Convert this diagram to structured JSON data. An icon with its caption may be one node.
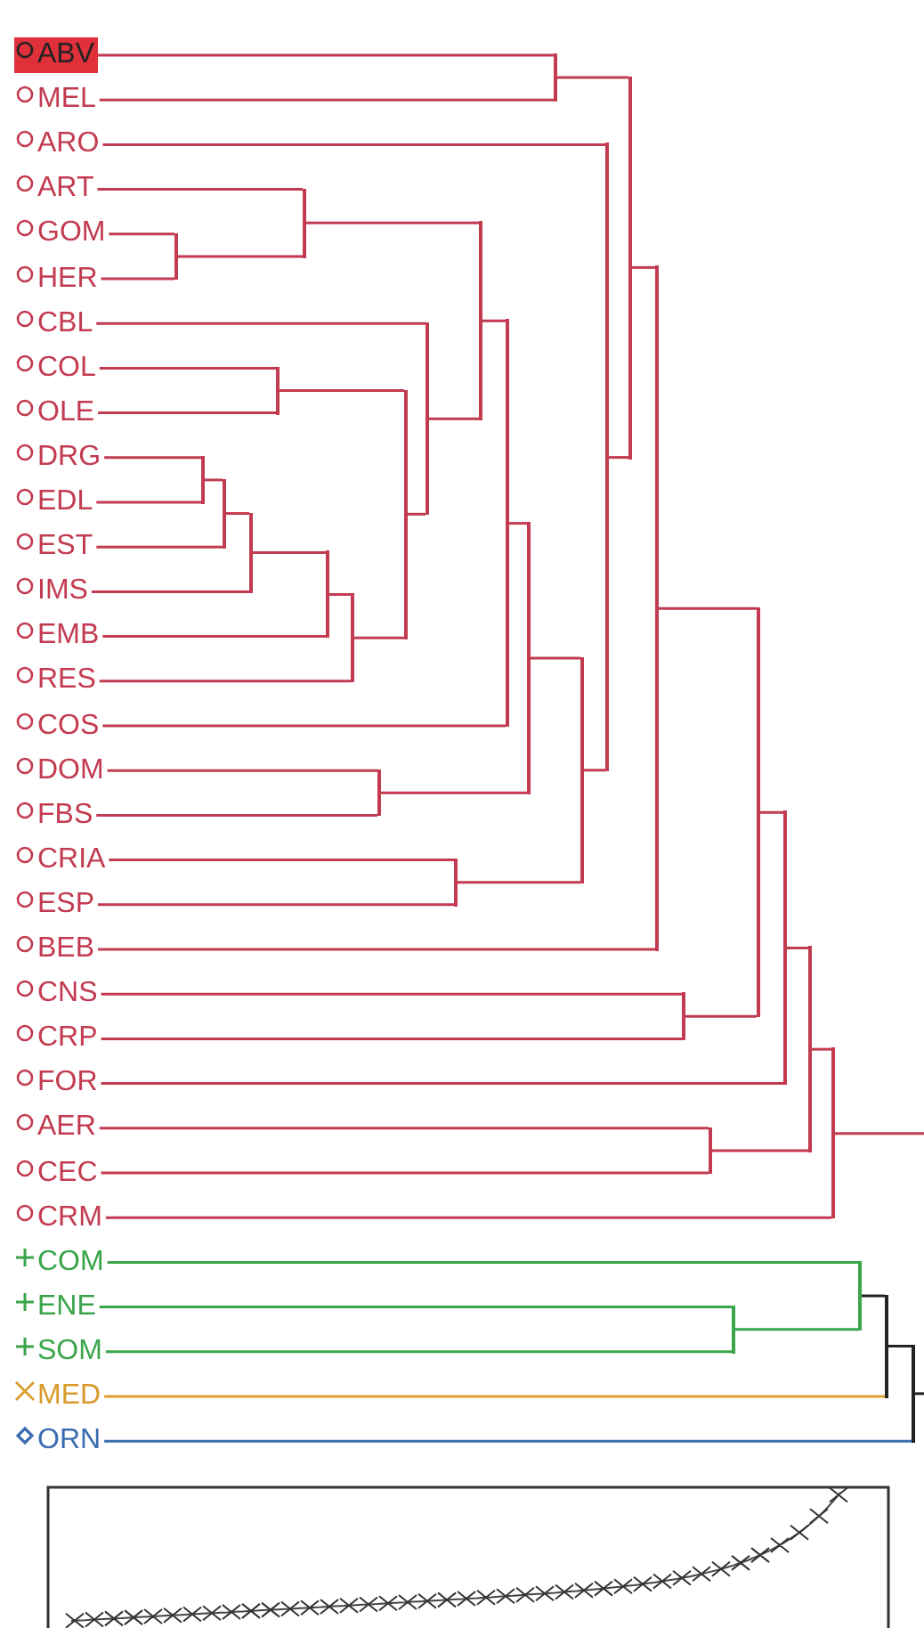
{
  "diagram": {
    "nodes": [
      {
        "text": [
          "ABV"
        ]
      },
      {
        "text": [
          "MEL"
        ]
      },
      {
        "text": [
          "ARO"
        ]
      },
      {
        "text": [
          "ART"
        ]
      },
      {
        "text": [
          "GOM"
        ]
      },
      {
        "text": [
          "HER"
        ]
      },
      {
        "text": [
          "CBL"
        ]
      },
      {
        "text": [
          "COL"
        ]
      },
      {
        "text": [
          "OLE"
        ]
      },
      {
        "text": [
          "DRG"
        ]
      },
      {
        "text": [
          "EDL"
        ]
      },
      {
        "text": [
          "EST"
        ]
      },
      {
        "text": [
          "IMS"
        ]
      },
      {
        "text": [
          "EMB"
        ]
      },
      {
        "text": [
          "RES"
        ]
      },
      {
        "text": [
          "COS"
        ]
      },
      {
        "text": [
          "DOM"
        ]
      },
      {
        "text": [
          "FBS"
        ]
      },
      {
        "text": [
          "CRIA"
        ]
      },
      {
        "text": [
          "ESP"
        ]
      },
      {
        "text": [
          "BEB"
        ]
      },
      {
        "text": [
          "CNS"
        ]
      },
      {
        "text": [
          "CRP"
        ]
      },
      {
        "text": [
          "FOR"
        ]
      },
      {
        "text": [
          "AER"
        ]
      },
      {
        "text": [
          "CEC"
        ]
      },
      {
        "text": [
          "CRM"
        ]
      },
      {
        "text": [
          "COM"
        ]
      },
      {
        "text": [
          "ENE"
        ]
      },
      {
        "text": [
          "SOM"
        ]
      },
      {
        "text": [
          "MED"
        ]
      },
      {
        "text": [
          "ORN"
        ]
      },
      {
        "text": [],
        "shape": "bar"
      },
      {
        "text": [],
        "shape": "bar"
      },
      {
        "text": [],
        "shape": "bar"
      },
      {
        "text": [],
        "shape": "bar"
      },
      {
        "text": [],
        "shape": "bar"
      },
      {
        "text": [],
        "shape": "bar"
      },
      {
        "text": [],
        "shape": "bar"
      },
      {
        "text": [],
        "shape": "bar"
      },
      {
        "text": [],
        "shape": "bar"
      },
      {
        "text": [],
        "shape": "bar"
      },
      {
        "text": [],
        "shape": "bar"
      },
      {
        "text": [],
        "shape": "bar"
      },
      {
        "text": [],
        "shape": "bar"
      },
      {
        "text": [],
        "shape": "bar"
      },
      {
        "text": [],
        "shape": "bar"
      },
      {
        "text": [],
        "shape": "bar"
      },
      {
        "text": [],
        "shape": "bar"
      },
      {
        "text": [],
        "shape": "bar"
      },
      {
        "text": [],
        "shape": "bar"
      },
      {
        "text": [],
        "shape": "bar"
      },
      {
        "text": [],
        "shape": "bar"
      },
      {
        "text": [],
        "shape": "bar"
      },
      {
        "text": [],
        "shape": "bar"
      },
      {
        "text": [],
        "shape": "bar"
      },
      {
        "text": [],
        "shape": "bar"
      },
      {
        "text": [],
        "shape": "bar"
      },
      {
        "text": [],
        "shape": "bar"
      },
      {
        "text": [],
        "shape": "bar"
      },
      {
        "text": [],
        "shape": "bar"
      },
      {
        "text": [],
        "shape": "bar"
      }
    ],
    "edges": [
      {
        "from": 4,
        "to": 32,
        "arrow": "none"
      },
      {
        "from": 5,
        "to": 32,
        "arrow": "none"
      },
      {
        "from": 9,
        "to": 33,
        "arrow": "none"
      },
      {
        "from": 10,
        "to": 33,
        "arrow": "none"
      },
      {
        "from": 33,
        "to": 34,
        "arrow": "none"
      },
      {
        "from": 11,
        "to": 34,
        "arrow": "none"
      },
      {
        "from": 34,
        "to": 35,
        "arrow": "none"
      },
      {
        "from": 12,
        "to": 35,
        "arrow": "none"
      },
      {
        "from": 7,
        "to": 36,
        "arrow": "none"
      },
      {
        "from": 8,
        "to": 36,
        "arrow": "none"
      },
      {
        "from": 3,
        "to": 37,
        "arrow": "none"
      },
      {
        "from": 32,
        "to": 37,
        "arrow": "none"
      },
      {
        "from": 35,
        "to": 38,
        "arrow": "none"
      },
      {
        "from": 13,
        "to": 38,
        "arrow": "none"
      },
      {
        "from": 38,
        "to": 39,
        "arrow": "none"
      },
      {
        "from": 14,
        "to": 39,
        "arrow": "none"
      },
      {
        "from": 16,
        "to": 40,
        "arrow": "none"
      },
      {
        "from": 17,
        "to": 40,
        "arrow": "none"
      },
      {
        "from": 36,
        "to": 41,
        "arrow": "none"
      },
      {
        "from": 39,
        "to": 41,
        "arrow": "none"
      },
      {
        "from": 6,
        "to": 42,
        "arrow": "none"
      },
      {
        "from": 41,
        "to": 42,
        "arrow": "none"
      },
      {
        "from": 18,
        "to": 43,
        "arrow": "none"
      },
      {
        "from": 19,
        "to": 43,
        "arrow": "none"
      },
      {
        "from": 37,
        "to": 44,
        "arrow": "none"
      },
      {
        "from": 42,
        "to": 44,
        "arrow": "none"
      },
      {
        "from": 44,
        "to": 45,
        "arrow": "none"
      },
      {
        "from": 15,
        "to": 45,
        "arrow": "none"
      },
      {
        "from": 45,
        "to": 46,
        "arrow": "none"
      },
      {
        "from": 40,
        "to": 46,
        "arrow": "none"
      },
      {
        "from": 0,
        "to": 47,
        "arrow": "none"
      },
      {
        "from": 1,
        "to": 47,
        "arrow": "none"
      },
      {
        "from": 46,
        "to": 48,
        "arrow": "none"
      },
      {
        "from": 43,
        "to": 48,
        "arrow": "none"
      },
      {
        "from": 2,
        "to": 49,
        "arrow": "none"
      },
      {
        "from": 48,
        "to": 49,
        "arrow": "none"
      },
      {
        "from": 47,
        "to": 50,
        "arrow": "none"
      },
      {
        "from": 49,
        "to": 50,
        "arrow": "none"
      },
      {
        "from": 50,
        "to": 51,
        "arrow": "none"
      },
      {
        "from": 20,
        "to": 51,
        "arrow": "none"
      },
      {
        "from": 21,
        "to": 52,
        "arrow": "none"
      },
      {
        "from": 22,
        "to": 52,
        "arrow": "none"
      },
      {
        "from": 24,
        "to": 53,
        "arrow": "none"
      },
      {
        "from": 25,
        "to": 53,
        "arrow": "none"
      },
      {
        "from": 28,
        "to": 54,
        "arrow": "none",
        "color": "#3aa54a"
      },
      {
        "from": 29,
        "to": 54,
        "arrow": "none",
        "color": "#3aa54a"
      },
      {
        "from": 51,
        "to": 55,
        "arrow": "none"
      },
      {
        "from": 52,
        "to": 55,
        "arrow": "none"
      },
      {
        "from": 55,
        "to": 56,
        "arrow": "none"
      },
      {
        "from": 23,
        "to": 56,
        "arrow": "none"
      },
      {
        "from": 56,
        "to": 57,
        "arrow": "none"
      },
      {
        "from": 53,
        "to": 57,
        "arrow": "none"
      },
      {
        "from": 57,
        "to": 58,
        "arrow": "none"
      },
      {
        "from": 26,
        "to": 58,
        "arrow": "none"
      },
      {
        "from": 27,
        "to": 59,
        "arrow": "none",
        "color": "#3aa54a"
      },
      {
        "from": 54,
        "to": 59,
        "arrow": "none",
        "color": "#3aa54a"
      },
      {
        "from": 59,
        "to": 60,
        "arrow": "none",
        "color": "#222222"
      },
      {
        "from": 30,
        "to": 60,
        "arrow": "none",
        "color": "#e0a030"
      },
      {
        "from": 60,
        "to": 61,
        "arrow": "none",
        "color": "#222222"
      },
      {
        "from": 31,
        "to": 61,
        "arrow": "none",
        "color": "#3a6cb0"
      },
      {
        "from": 58,
        "to": null,
        "arrow": "none"
      },
      {
        "from": 61,
        "to": null,
        "arrow": "none",
        "color": "#222222"
      }
    ]
  }
}
